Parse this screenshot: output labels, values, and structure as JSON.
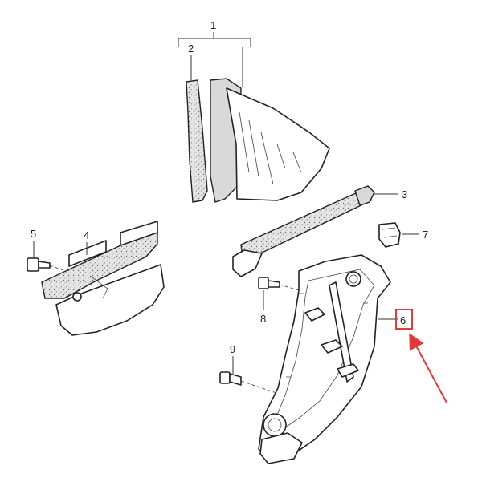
{
  "diagram": {
    "callouts": [
      {
        "id": "c1",
        "label": "1",
        "part": "quarter-window-assembly"
      },
      {
        "id": "c2",
        "label": "2",
        "part": "window-seal"
      },
      {
        "id": "c3",
        "label": "3",
        "part": "belt-weatherstrip"
      },
      {
        "id": "c4",
        "label": "4",
        "part": "trim-bracket"
      },
      {
        "id": "c5",
        "label": "5",
        "part": "bolt"
      },
      {
        "id": "c6",
        "label": "6",
        "part": "window-regulator",
        "highlighted": true
      },
      {
        "id": "c7",
        "label": "7",
        "part": "clip"
      },
      {
        "id": "c8",
        "label": "8",
        "part": "bolt"
      },
      {
        "id": "c9",
        "label": "9",
        "part": "bolt"
      }
    ],
    "highlight_color": "#e03a3a",
    "line_color": "#222222"
  }
}
